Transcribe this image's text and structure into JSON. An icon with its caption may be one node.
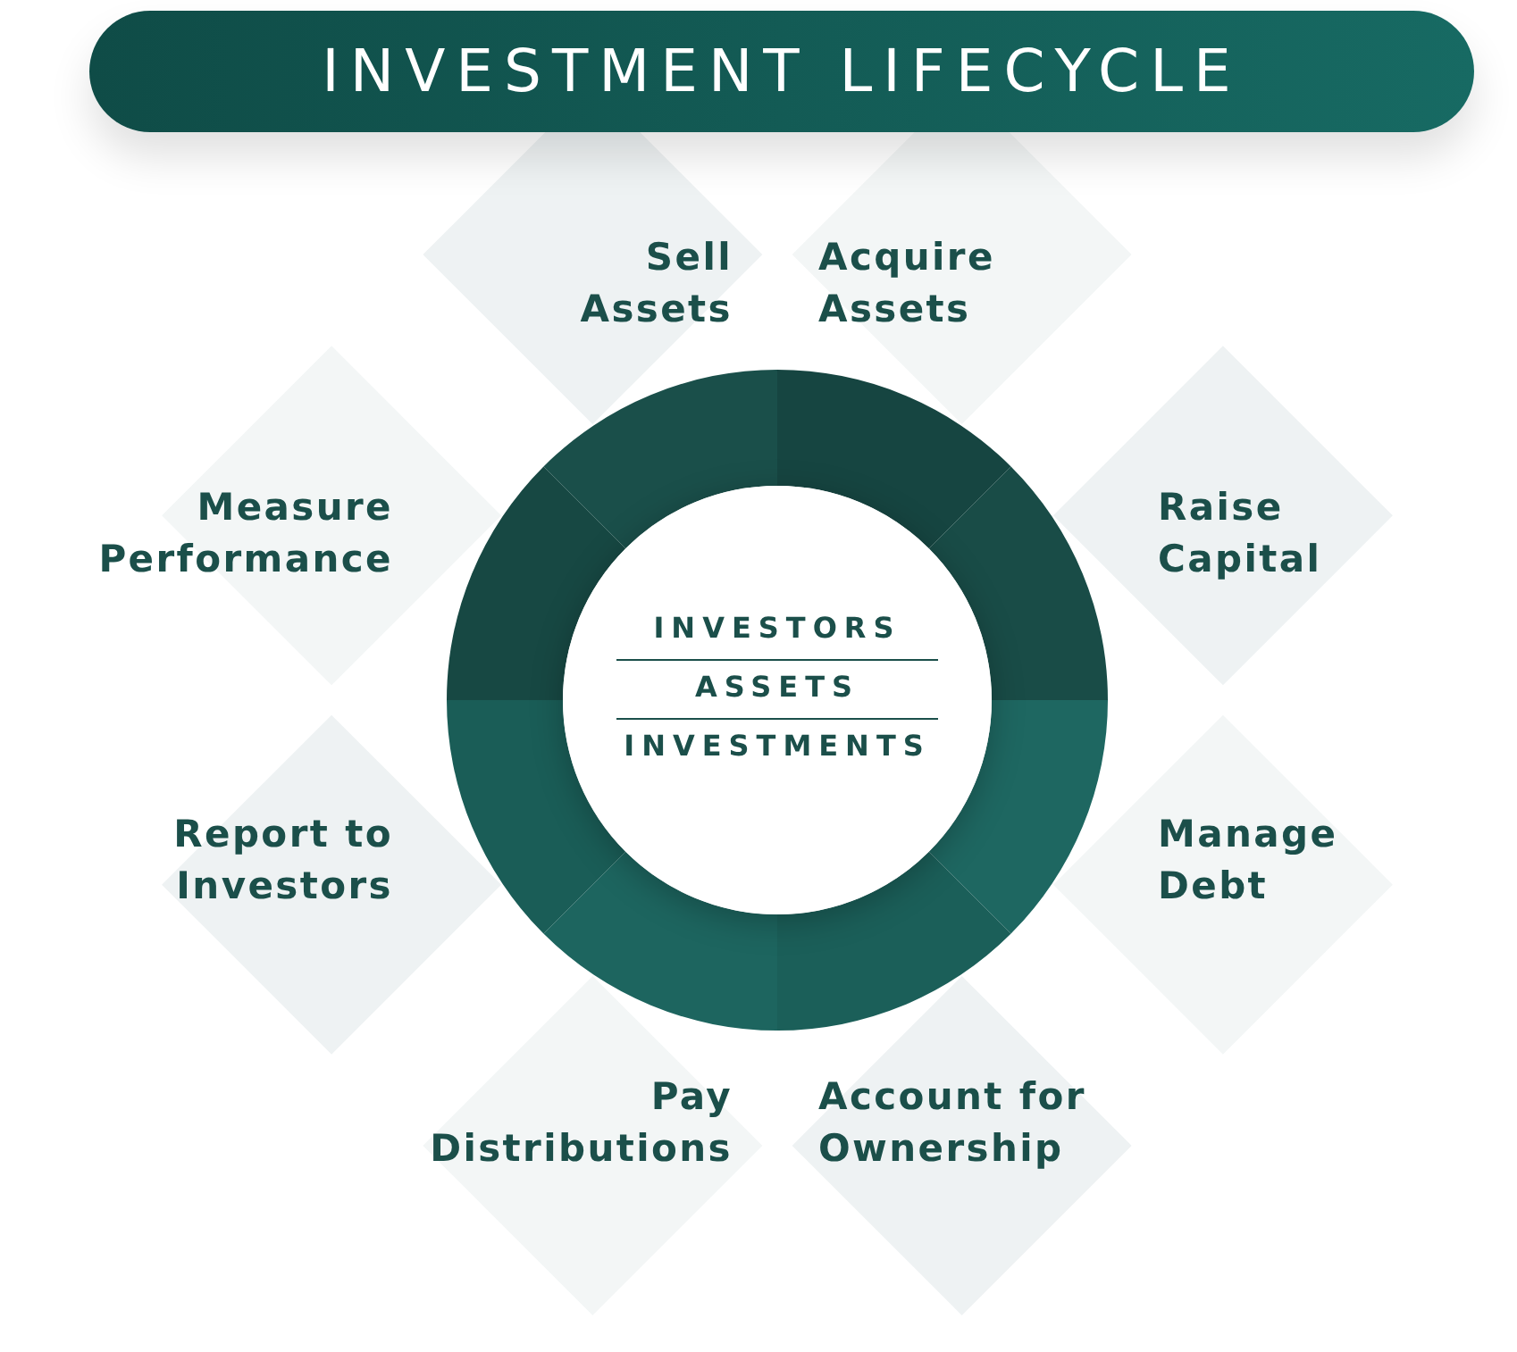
{
  "diagram": {
    "title": "INVESTMENT LIFECYCLE",
    "nodes": [
      {
        "text": [
          "INVESTORS",
          "ASSETS",
          "INVESTMENTS"
        ]
      },
      {
        "text": [
          "Sell Assets"
        ]
      },
      {
        "text": [
          "Acquire Assets"
        ]
      },
      {
        "text": [
          "Measure Performance"
        ]
      },
      {
        "text": [
          "Raise Capital"
        ]
      },
      {
        "text": [
          "Report to Investors"
        ]
      },
      {
        "text": [
          "Manage Debt"
        ]
      },
      {
        "text": [
          "Pay Distributions"
        ]
      },
      {
        "text": [
          "Account for Ownership"
        ]
      }
    ]
  }
}
